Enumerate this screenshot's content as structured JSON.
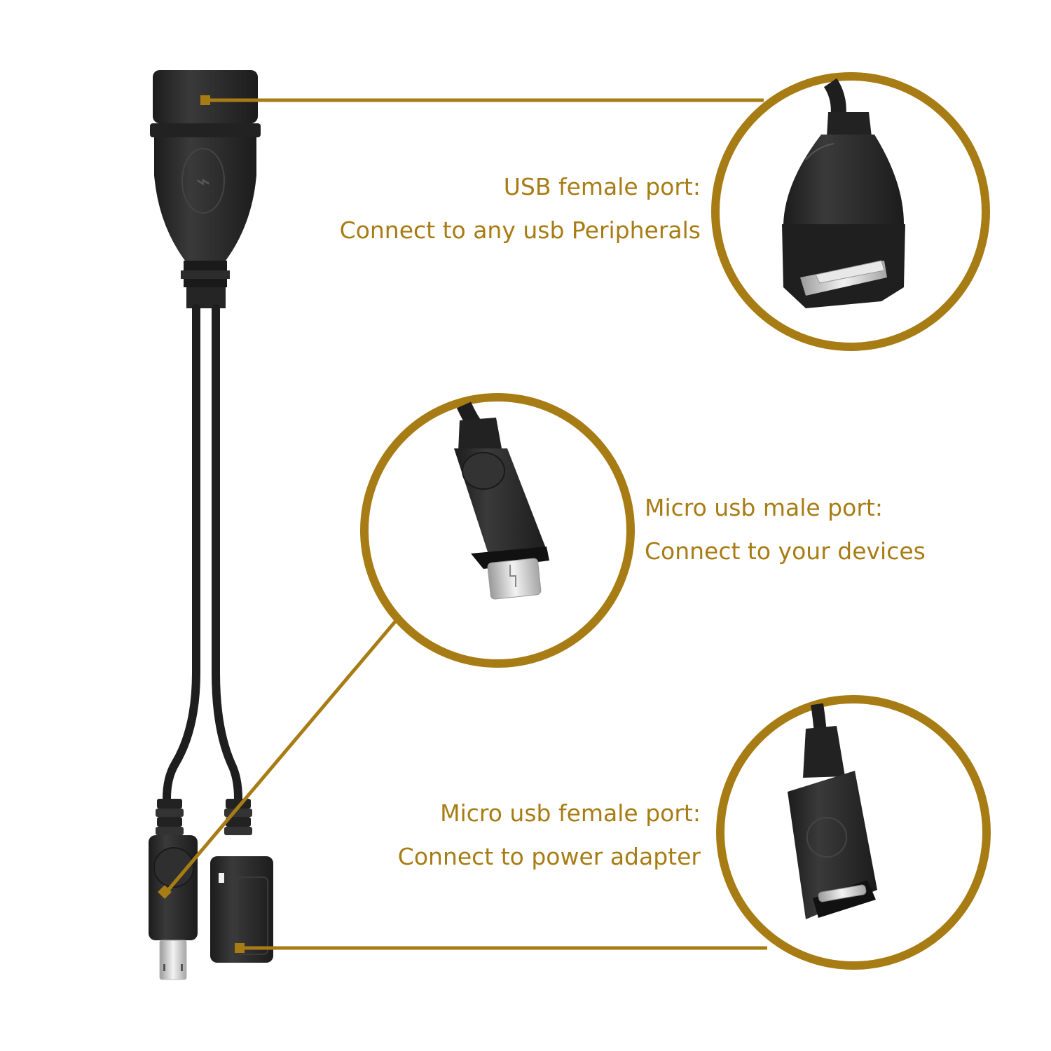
{
  "colors": {
    "accent": "#a87c14",
    "connector_body": "#2b2b2b",
    "connector_dark": "#1a1a1a",
    "metal": "#d9d9d9",
    "background": "#ffffff"
  },
  "callouts": [
    {
      "id": "usb-female",
      "title": "USB female port:",
      "description": "Connect to any usb Peripherals",
      "icon": "usb-a-female-connector-icon"
    },
    {
      "id": "micro-usb-male",
      "title": "Micro usb male port:",
      "description": "Connect to your devices",
      "icon": "micro-usb-male-connector-icon"
    },
    {
      "id": "micro-usb-female",
      "title": "Micro usb female port:",
      "description": "Connect to power adapter",
      "icon": "micro-usb-female-connector-icon"
    }
  ]
}
